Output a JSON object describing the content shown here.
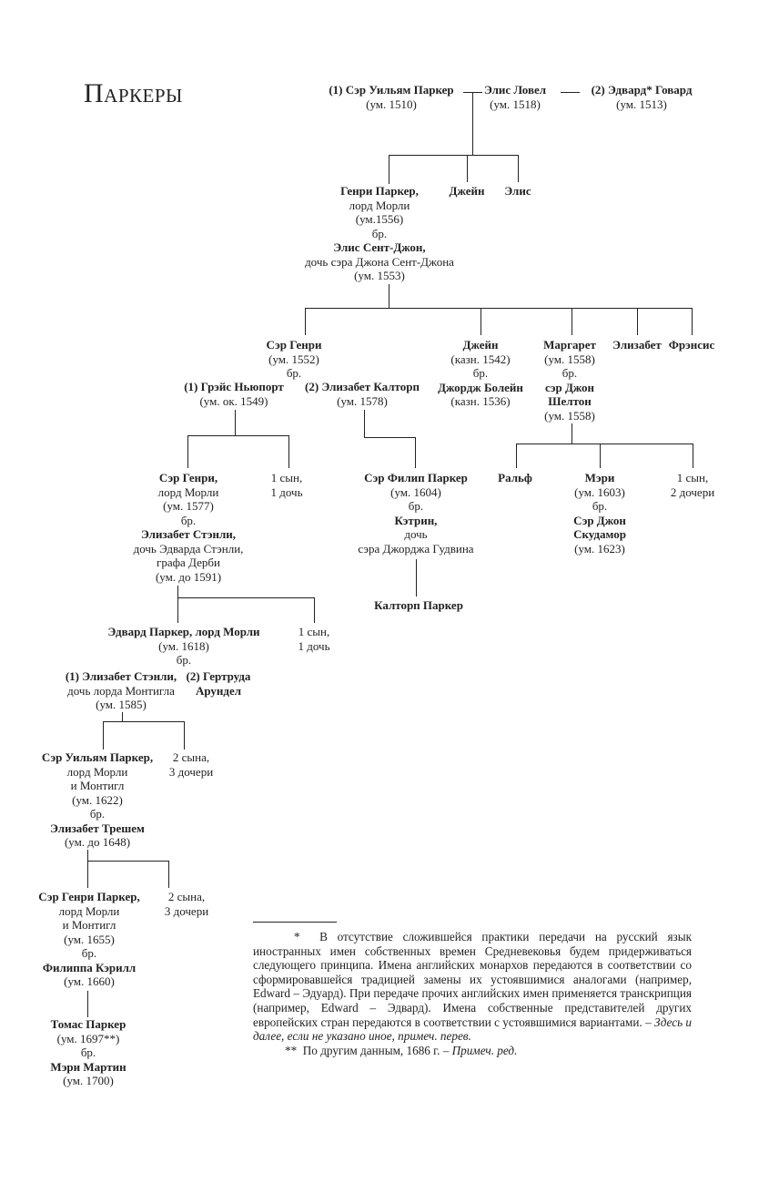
{
  "title": "Паркеры",
  "nodes": [
    {
      "lines": [
        {
          "t": "(1) Сэр Уильям Паркер",
          "b": true
        },
        {
          "t": "(ум. 1510)"
        }
      ]
    },
    {
      "lines": [
        {
          "t": "Элис Ловел",
          "b": true
        },
        {
          "t": "(ум. 1518)"
        }
      ]
    },
    {
      "lines": [
        {
          "t": "(2) Эдвард* Говард",
          "b": true
        },
        {
          "t": "(ум. 1513)"
        }
      ]
    },
    {
      "lines": [
        {
          "t": "Генри Паркер,",
          "b": true
        },
        {
          "t": "лорд Морли"
        },
        {
          "t": "(ум.1556)"
        },
        {
          "t": "бр."
        },
        {
          "t": "Элис Сент-Джон,",
          "b": true
        },
        {
          "t": "дочь сэра Джона Сент-Джона"
        },
        {
          "t": "(ум. 1553)"
        }
      ]
    },
    {
      "lines": [
        {
          "t": "Джейн",
          "b": true
        }
      ]
    },
    {
      "lines": [
        {
          "t": "Элис",
          "b": true
        }
      ]
    },
    {
      "lines": [
        {
          "t": "Сэр Генри",
          "b": true
        },
        {
          "t": "(ум. 1552)"
        },
        {
          "t": "бр."
        }
      ]
    },
    {
      "lines": [
        {
          "t": "(1) Грэйс Ньюпорт",
          "b": true
        },
        {
          "t": "(ум. ок. 1549)"
        }
      ]
    },
    {
      "lines": [
        {
          "t": "(2) Элизабет Калторп",
          "b": true
        },
        {
          "t": "(ум. 1578)"
        }
      ]
    },
    {
      "lines": [
        {
          "t": "Джейн",
          "b": true
        },
        {
          "t": "(казн. 1542)"
        },
        {
          "t": "бр."
        },
        {
          "t": "Джордж Болейн",
          "b": true
        },
        {
          "t": "(казн. 1536)"
        }
      ]
    },
    {
      "lines": [
        {
          "t": "Маргарет",
          "b": true
        },
        {
          "t": "(ум. 1558)"
        },
        {
          "t": "бр."
        },
        {
          "t": "сэр Джон",
          "b": true
        },
        {
          "t": "Шелтон",
          "b": true
        },
        {
          "t": "(ум. 1558)"
        }
      ]
    },
    {
      "lines": [
        {
          "t": "Элизабет",
          "b": true
        }
      ]
    },
    {
      "lines": [
        {
          "t": "Фрэнсис",
          "b": true
        }
      ]
    },
    {
      "lines": [
        {
          "t": "Сэр Генри,",
          "b": true
        },
        {
          "t": "лорд Морли"
        },
        {
          "t": "(ум. 1577)"
        },
        {
          "t": "бр."
        },
        {
          "t": "Элизабет Стэнли,",
          "b": true
        },
        {
          "t": "дочь Эдварда Стэнли,"
        },
        {
          "t": "графа Дерби"
        },
        {
          "t": "(ум. до 1591)"
        }
      ]
    },
    {
      "lines": [
        {
          "t": "1 сын,"
        },
        {
          "t": "1 дочь"
        }
      ]
    },
    {
      "lines": [
        {
          "t": "Сэр Филип Паркер",
          "b": true
        },
        {
          "t": "(ум. 1604)"
        },
        {
          "t": "бр."
        },
        {
          "t": "Кэтрин,",
          "b": true
        },
        {
          "t": "дочь"
        },
        {
          "t": "сэра Джорджа Гудвина"
        }
      ]
    },
    {
      "lines": [
        {
          "t": "Ральф",
          "b": true
        }
      ]
    },
    {
      "lines": [
        {
          "t": "Мэри",
          "b": true
        },
        {
          "t": "(ум. 1603)"
        },
        {
          "t": "бр."
        },
        {
          "t": "Сэр Джон",
          "b": true
        },
        {
          "t": "Скудамор",
          "b": true
        },
        {
          "t": "(ум. 1623)"
        }
      ]
    },
    {
      "lines": [
        {
          "t": "1 сын,"
        },
        {
          "t": "2 дочери"
        }
      ]
    },
    {
      "lines": [
        {
          "t": "Калторп Паркер",
          "b": true
        }
      ]
    },
    {
      "lines": [
        {
          "t": "Эдвард Паркер, лорд Морли",
          "b": true
        },
        {
          "t": "(ум. 1618)"
        },
        {
          "t": "бр."
        }
      ]
    },
    {
      "lines": [
        {
          "t": "1 сын,"
        },
        {
          "t": "1 дочь"
        }
      ]
    },
    {
      "lines": [
        {
          "t": "(1) Элизабет Стэнли,",
          "b": true
        },
        {
          "t": "дочь лорда Монтигла"
        },
        {
          "t": "(ум. 1585)"
        }
      ]
    },
    {
      "lines": [
        {
          "t": "(2) Гертруда",
          "b": true
        },
        {
          "t": "Арундел",
          "b": true
        }
      ]
    },
    {
      "lines": [
        {
          "t": "Сэр Уильям Паркер,",
          "b": true
        },
        {
          "t": "лорд Морли"
        },
        {
          "t": "и Монтигл"
        },
        {
          "t": "(ум. 1622)"
        },
        {
          "t": "бр."
        },
        {
          "t": "Элизабет Трешем",
          "b": true
        },
        {
          "t": "(ум. до 1648)"
        }
      ]
    },
    {
      "lines": [
        {
          "t": "2 сына,"
        },
        {
          "t": "3 дочери"
        }
      ]
    },
    {
      "lines": [
        {
          "t": "Сэр Генри Паркер,",
          "b": true
        },
        {
          "t": "лорд Морли"
        },
        {
          "t": "и Монтигл"
        },
        {
          "t": "(ум. 1655)"
        },
        {
          "t": "бр."
        },
        {
          "t": "Филиппа Кэрилл",
          "b": true
        },
        {
          "t": "(ум. 1660)"
        }
      ]
    },
    {
      "lines": [
        {
          "t": "2 сына,"
        },
        {
          "t": "3 дочери"
        }
      ]
    },
    {
      "lines": [
        {
          "t": "Томас Паркер",
          "b": true
        },
        {
          "t": "(ум. 1697**)"
        },
        {
          "t": "бр."
        },
        {
          "t": "Мэри Мартин",
          "b": true
        },
        {
          "t": "(ум. 1700)"
        }
      ]
    }
  ],
  "footnotes": {
    "note1_mark": "*",
    "note1_text": "В отсутствие сложившейся практики передачи на русский язык иностранных имен собственных времен Средневековья будем придерживаться следующего принципа. Имена английских монархов передаются в соответствии со сформировавшейся традицией замены их устоявшимися аналогами (например, Edward – Эдуард). При передаче прочих английских имен применяется транскрипция (например, Edward – Эдвард). Имена собственные представителей других европейских стран передаются в соответствии с устоявшимися вариантами. –",
    "note1_italic": "Здесь и далее, если не указано иное, примеч. перев.",
    "note2_mark": "**",
    "note2_text": "По другим данным, 1686 г. –",
    "note2_italic": "Примеч. ред."
  }
}
